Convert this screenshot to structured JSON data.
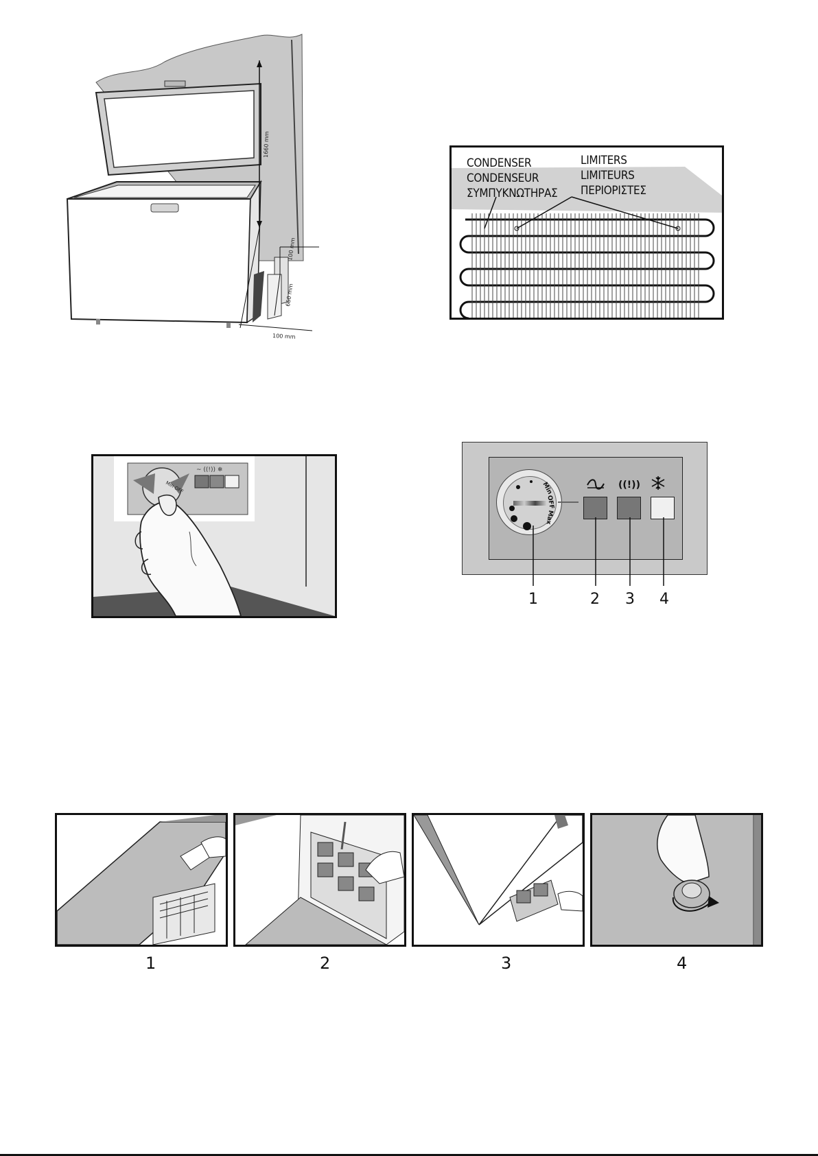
{
  "fig_freezer": {
    "dim_height": "1660 mm",
    "dim_top_gap": "100 mm",
    "dim_depth": "660 mm",
    "dim_side_gap": "100 mm"
  },
  "fig_condenser": {
    "left_labels": [
      "CONDENSER",
      "CONDENSEUR",
      "ΣΥΜΠΥΚΝΩΤΗΡΑΣ"
    ],
    "right_labels": [
      "LIMITERS",
      "LIMITEURS",
      "ΠΕΡΙΟΡΙΣΤΕΣ"
    ]
  },
  "fig_dial_hand": {
    "dial_text": "Min OFF"
  },
  "fig_control_panel": {
    "dial_labels": [
      "Min",
      "OFF",
      "Max"
    ],
    "callouts": [
      "1",
      "2",
      "3",
      "4"
    ],
    "colors": {
      "lamp_dark": "#777777",
      "lamp_light": "#f0f0f0",
      "panel": "#c9c9c9",
      "panel_inner": "#b5b5b5"
    }
  },
  "fig_steps": {
    "numbers": [
      "1",
      "2",
      "3",
      "4"
    ]
  }
}
